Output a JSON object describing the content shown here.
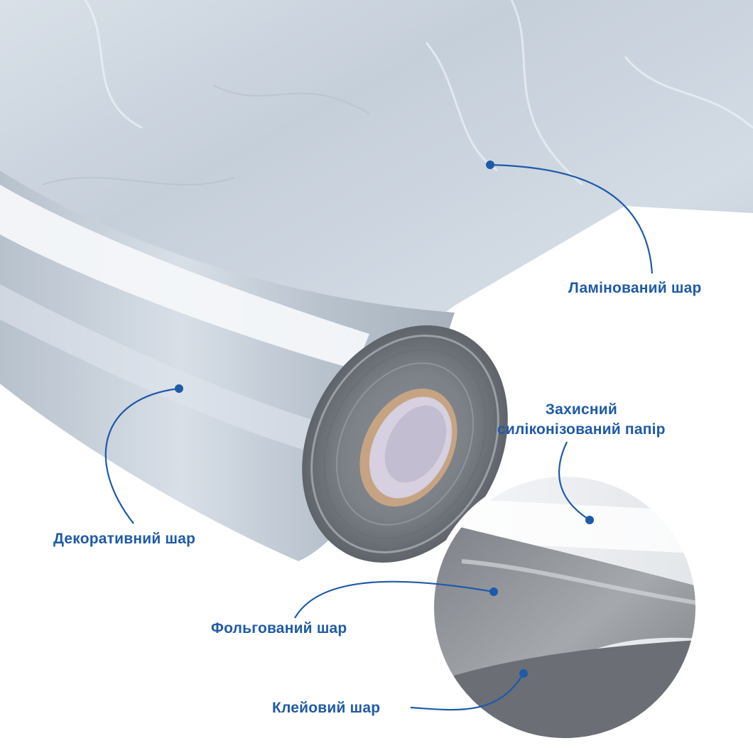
{
  "colors": {
    "accent": "#1f5aa8",
    "marble": "#c9d3de",
    "foil": "#8f949a",
    "background": "#ffffff"
  },
  "labels": {
    "laminated": "Ламінований шар",
    "decorative": "Декоративний шар",
    "protective_line1": "Захисний",
    "protective_line2": "силіконізований папір",
    "foil": "Фольгований шар",
    "adhesive": "Клейовий шар"
  }
}
